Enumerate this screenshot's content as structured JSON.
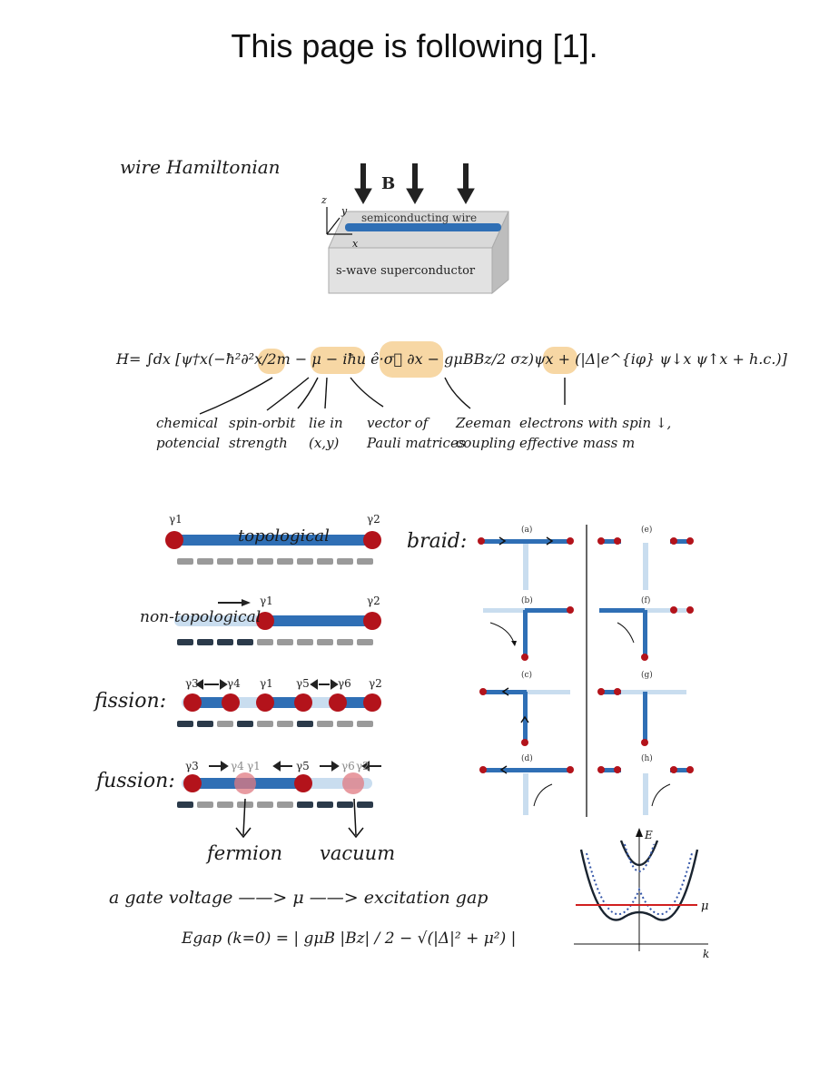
{
  "page": {
    "title": "This page is following [1]."
  },
  "hamiltonian": {
    "heading": "wire Hamiltonian",
    "figure": {
      "field_label": "B",
      "wire_label": "semiconducting wire",
      "substrate_label": "s-wave superconductor",
      "axes": [
        "z",
        "y",
        "x"
      ]
    },
    "equation": "H= ∫dx [ψ†x(−ħ²∂²x/2m − μ − iħu ê·σ⃗ ∂x − gμBBz/2 σz)ψx + (|Δ|e^{iφ} ψ↓x ψ↑x + h.c.)]",
    "annotations": [
      {
        "line1": "chemical",
        "line2": "potencial"
      },
      {
        "line1": "spin-orbit",
        "line2": "strength"
      },
      {
        "line1": "lie in",
        "line2": "(x,y)"
      },
      {
        "line1": "vector of",
        "line2": "Pauli matrices"
      },
      {
        "line1": "Zeeman",
        "line2": "coupling"
      },
      {
        "line1": "electrons with spin ↓,",
        "line2": "effective mass m"
      }
    ]
  },
  "majorana": {
    "topological_label": "topological",
    "non_topological_label": "non-topological",
    "fission_label": "fission:",
    "fussion_label": "fussion:",
    "fermion_label": "fermion",
    "vacuum_label": "vacuum",
    "gammas": {
      "g1": "γ1",
      "g2": "γ2",
      "g3": "γ3",
      "g4": "γ4",
      "g5": "γ5",
      "g6": "γ6"
    }
  },
  "braid": {
    "label": "braid:",
    "panels": [
      "(a)",
      "(b)",
      "(c)",
      "(d)",
      "(e)",
      "(f)",
      "(g)",
      "(h)"
    ]
  },
  "gap": {
    "line1": "a gate voltage ——> μ ——> excitation gap",
    "formula": "Egap (k=0) = | gμB |Bz| / 2 − √(|Δ|² + μ²) |",
    "plot_labels": {
      "E": "E",
      "mu": "μ",
      "k": "k"
    }
  },
  "colors": {
    "wire_blue": "#2f6fb5",
    "majorana_red": "#b3131b",
    "highlight": "#f7c98a",
    "mu_line": "#d01f1f"
  }
}
